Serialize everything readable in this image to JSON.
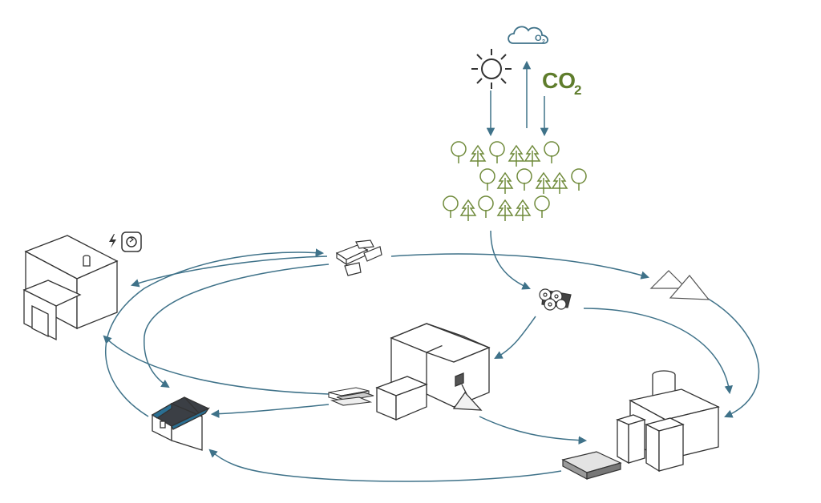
{
  "colors": {
    "arrow": "#3f7289",
    "tree": "#6f8a3a",
    "co2": "#5f7d2c",
    "building_stroke": "#333333",
    "roof": "#3b3f45",
    "roof_accent": "#2a6f93",
    "board": "#9a9a9a",
    "cloud": "#3f7289"
  },
  "labels": {
    "co2_main": "CO",
    "co2_sub": "2",
    "o2_main": "O",
    "o2_sub": "2"
  },
  "icons": {
    "sun": "sun-icon",
    "cloud": "cloud-icon",
    "lightning": "lightning-icon",
    "recycle": "recycle-badge-icon"
  }
}
